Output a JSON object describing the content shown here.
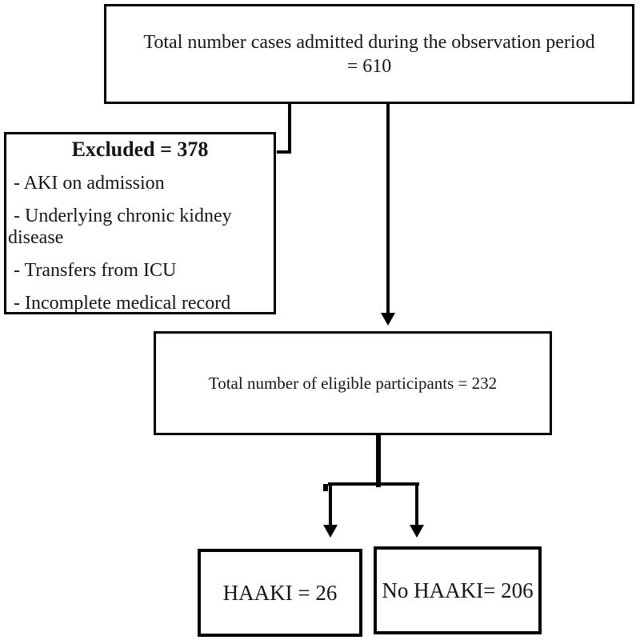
{
  "diagram": {
    "colors": {
      "line": "#000000",
      "text": "#161616",
      "box_background": "#ffffff"
    },
    "nodes": {
      "admitted": {
        "text": "Total number cases admitted during the observation period\n= 610"
      },
      "excluded": {
        "title": "Excluded = 378",
        "items": [
          "- AKI on admission",
          "- Underlying chronic kidney disease",
          "- Transfers from ICU",
          "- Incomplete medical record"
        ]
      },
      "eligible": {
        "text": "Total number of eligible participants = 232"
      },
      "haaki": {
        "text": "HAAKI = 26"
      },
      "no_haaki": {
        "text": "No HAAKI= 206"
      }
    }
  }
}
